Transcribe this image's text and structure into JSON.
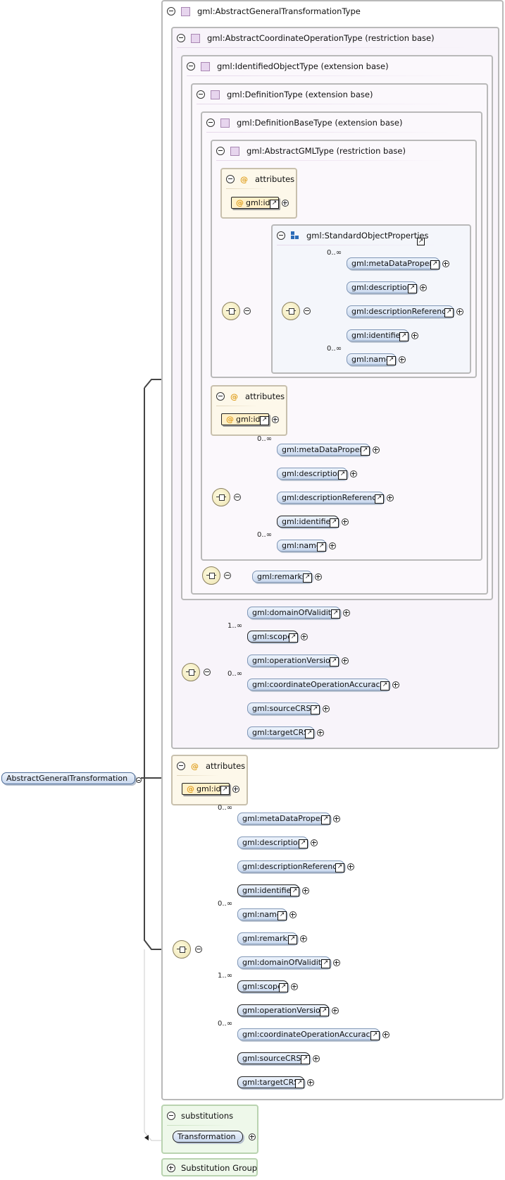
{
  "root": {
    "label": "AbstractGeneralTransformation"
  },
  "outer_type": {
    "label": "gml:AbstractGeneralTransformationType"
  },
  "coord_op_type": {
    "label": "gml:AbstractCoordinateOperationType (restriction base)"
  },
  "identified_type": {
    "label": "gml:IdentifiedObjectType (extension base)"
  },
  "definition_type": {
    "label": "gml:DefinitionType (extension base)"
  },
  "definition_base_type": {
    "label": "gml:DefinitionBaseType (extension base)"
  },
  "abstract_gml_type": {
    "label": "gml:AbstractGMLType (restriction base)"
  },
  "attributes_1": {
    "label": "attributes",
    "at": "@",
    "id_label": "gml:id"
  },
  "standard_props": {
    "label": "gml:StandardObjectProperties",
    "items": [
      {
        "label": "gml:metaDataProperty",
        "occ": "0..∞"
      },
      {
        "label": "gml:description",
        "occ": ""
      },
      {
        "label": "gml:descriptionReference",
        "occ": ""
      },
      {
        "label": "gml:identifier",
        "occ": ""
      },
      {
        "label": "gml:name",
        "occ": "0..∞"
      }
    ]
  },
  "attributes_2": {
    "label": "attributes",
    "at": "@",
    "id_label": "gml:id"
  },
  "seq_2": {
    "items": [
      {
        "label": "gml:metaDataProperty",
        "occ": "0..∞"
      },
      {
        "label": "gml:description",
        "occ": ""
      },
      {
        "label": "gml:descriptionReference",
        "occ": ""
      },
      {
        "label": "gml:identifier",
        "occ": ""
      },
      {
        "label": "gml:name",
        "occ": "0..∞"
      }
    ]
  },
  "remarks": {
    "label": "gml:remarks"
  },
  "seq_coord": {
    "items": [
      {
        "label": "gml:domainOfValidity",
        "occ": ""
      },
      {
        "label": "gml:scope",
        "occ": "1..∞"
      },
      {
        "label": "gml:operationVersion",
        "occ": ""
      },
      {
        "label": "gml:coordinateOperationAccuracy",
        "occ": "0..∞"
      },
      {
        "label": "gml:sourceCRS",
        "occ": ""
      },
      {
        "label": "gml:targetCRS",
        "occ": ""
      }
    ]
  },
  "attributes_3": {
    "label": "attributes",
    "at": "@",
    "id_label": "gml:id"
  },
  "seq_main": {
    "items": [
      {
        "label": "gml:metaDataProperty",
        "occ": "0..∞"
      },
      {
        "label": "gml:description",
        "occ": ""
      },
      {
        "label": "gml:descriptionReference",
        "occ": ""
      },
      {
        "label": "gml:identifier",
        "occ": ""
      },
      {
        "label": "gml:name",
        "occ": "0..∞"
      },
      {
        "label": "gml:remarks",
        "occ": ""
      },
      {
        "label": "gml:domainOfValidity",
        "occ": ""
      },
      {
        "label": "gml:scope",
        "occ": "1..∞"
      },
      {
        "label": "gml:operationVersion",
        "occ": ""
      },
      {
        "label": "gml:coordinateOperationAccuracy",
        "occ": "0..∞"
      },
      {
        "label": "gml:sourceCRS",
        "occ": ""
      },
      {
        "label": "gml:targetCRS",
        "occ": ""
      }
    ]
  },
  "substitutions": {
    "label": "substitutions",
    "item": "Transformation"
  },
  "substitution_group": {
    "label": "Substitution Group"
  },
  "glyphs": {
    "ref": "↗"
  }
}
